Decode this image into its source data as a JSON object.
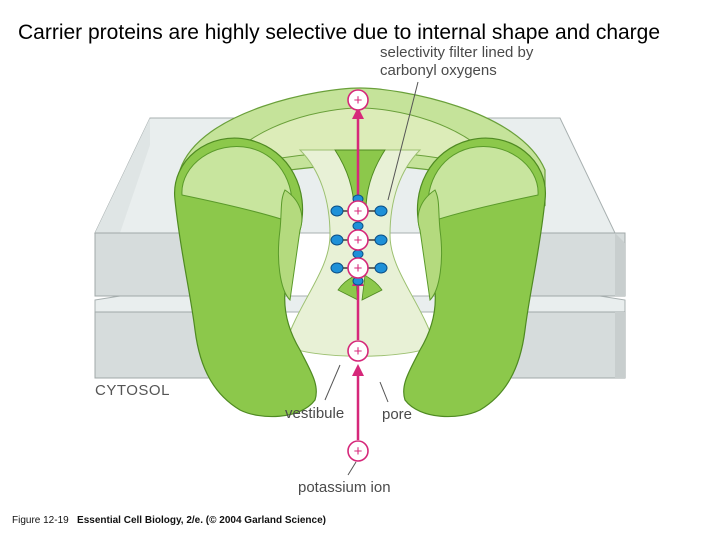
{
  "slide": {
    "title": "Carrier proteins are highly selective due to internal shape and charge"
  },
  "diagram": {
    "labels": {
      "selectivity_filter_line1": "selectivity filter lined by",
      "selectivity_filter_line2": "carbonyl oxygens",
      "cytosol": "CYTOSOL",
      "vestibule": "vestibule",
      "pore": "pore",
      "potassium_ion": "potassium ion"
    },
    "ion_symbol": "+",
    "colors": {
      "membrane_face": "#d6dcdc",
      "membrane_top": "#e9eeee",
      "protein_dark": "#8cc84b",
      "protein_light": "#dcecb8",
      "pore_fill": "#e8f1d6",
      "ion_path": "#d6287a",
      "carbonyl": "#1e90d8"
    }
  },
  "caption": {
    "figure_number": "Figure 12-19",
    "book": "Essential Cell Biology, 2/e.",
    "copyright": "(© 2004 Garland Science)"
  }
}
